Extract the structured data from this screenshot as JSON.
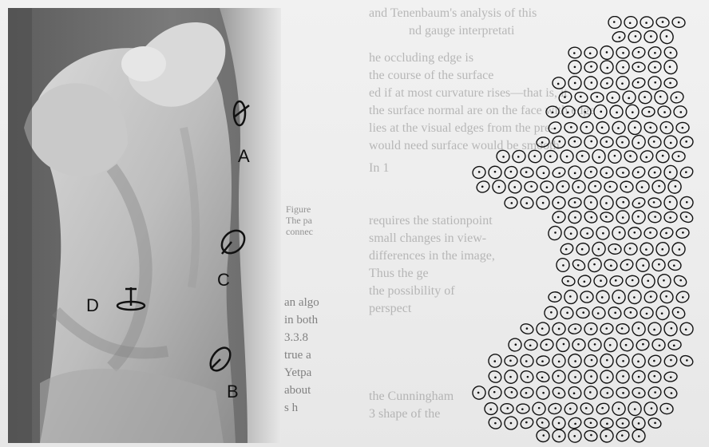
{
  "photo_labels": {
    "a": "A",
    "b": "B",
    "c": "C",
    "d": "D"
  },
  "bleed_text_lines": [
    "and Tenenbaum's analysis of this",
    "nd gauge interpretati",
    "he occluding edge is",
    "the course of the surface",
    "ed if at most curvature rises—that is, it",
    "the surface normal are on the face with edge",
    "lies at the visual edges from the pre-",
    "would need surface would be smooth",
    "In 1",
    "requires the stationpoint",
    "small changes in view-",
    "differences in the image,",
    "Thus the ge",
    "the possibility of",
    "perspect",
    "",
    "the Cunningham",
    "3 shape of the"
  ],
  "caption_lines": [
    "Figure",
    "The pa",
    "connec"
  ],
  "left_col_lines": [
    "an algo",
    "in both",
    "3.3.8",
    "true a",
    "Yetpa",
    "about",
    "s h"
  ],
  "colors": {
    "ink": "#111111",
    "photo_dark": "#4f4f4f",
    "photo_mid": "#8f8f8f",
    "photo_light": "#e2e2e2"
  }
}
